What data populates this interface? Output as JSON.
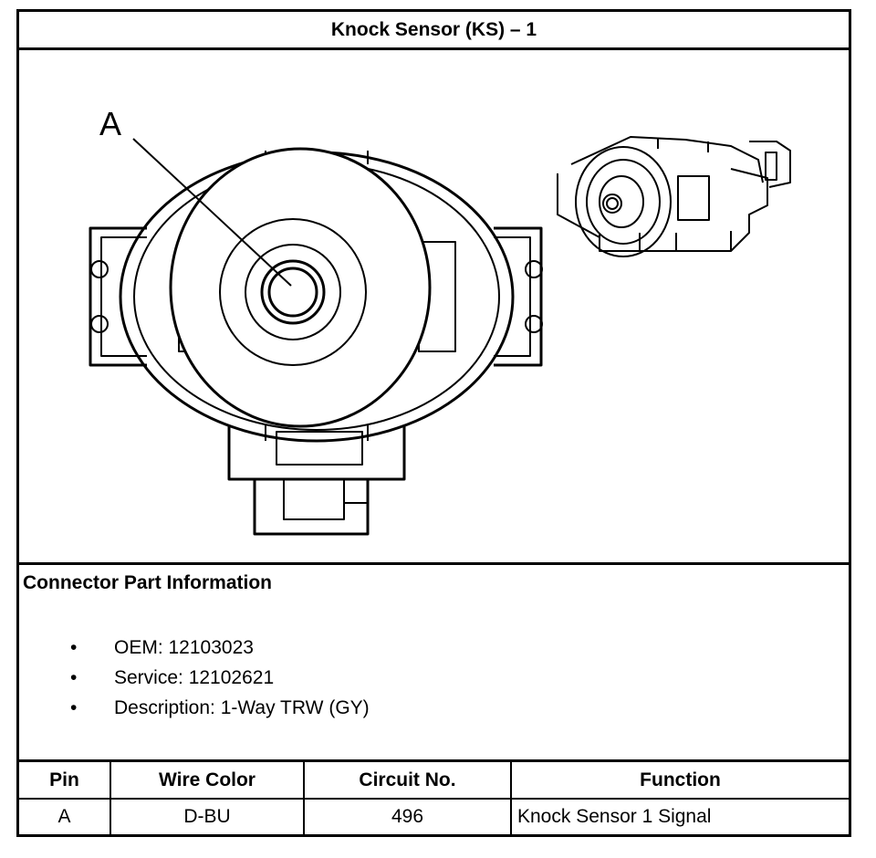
{
  "header": {
    "title": "Knock Sensor (KS) – 1"
  },
  "figure": {
    "callout_label": "A"
  },
  "connector_info": {
    "heading": "Connector Part Information",
    "items": [
      {
        "bullet": "•",
        "text": "OEM: 12103023"
      },
      {
        "bullet": "•",
        "text": "Service: 12102621"
      },
      {
        "bullet": "•",
        "text": "Description: 1-Way TRW (GY)"
      }
    ]
  },
  "pin_table": {
    "headers": [
      "Pin",
      "Wire Color",
      "Circuit No.",
      "Function"
    ],
    "rows": [
      [
        "A",
        "D-BU",
        "496",
        "Knock Sensor 1 Signal"
      ]
    ]
  },
  "colors": {
    "line": "#000000",
    "background": "#ffffff"
  }
}
